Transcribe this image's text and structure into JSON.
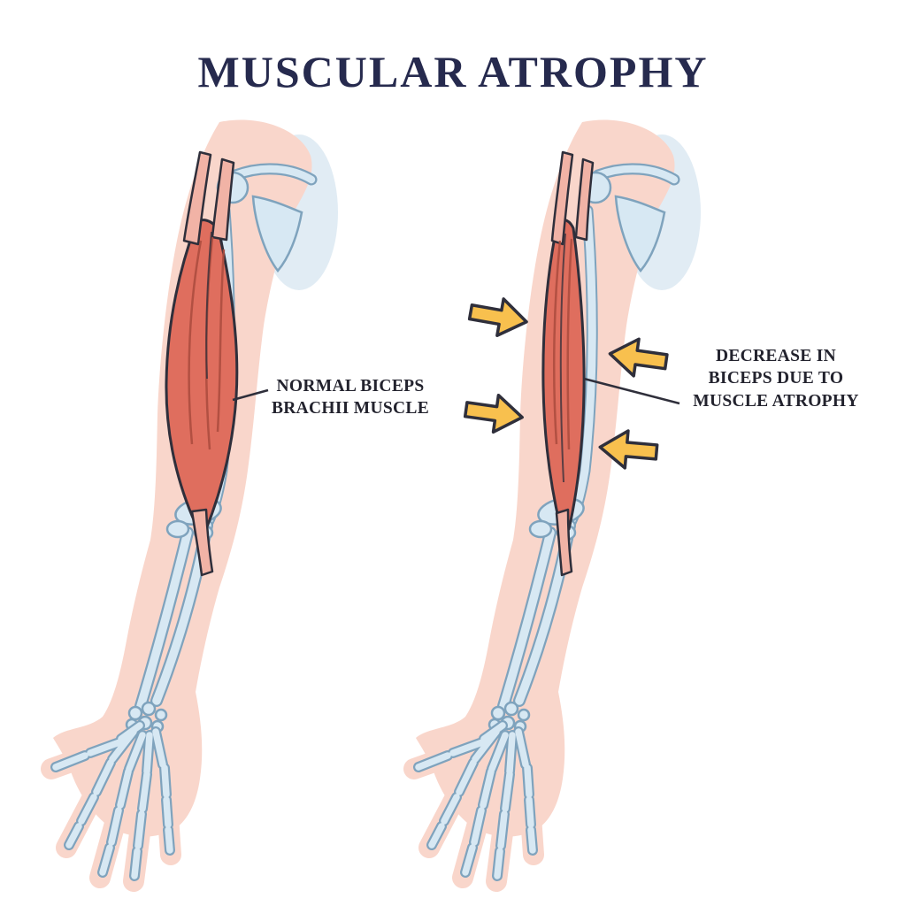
{
  "title": "MUSCULAR ATROPHY",
  "figures": {
    "normal": {
      "name": "Normal biceps arm",
      "label_lines": [
        "NORMAL BICEPS",
        "BRACHII MUSCLE"
      ]
    },
    "atrophy": {
      "name": "Atrophied biceps arm",
      "label_lines": [
        "DECREASE IN",
        "BICEPS DUE TO",
        "MUSCLE ATROPHY"
      ],
      "arrow_icon": "compression-arrow",
      "arrow_count": 4
    }
  },
  "colors": {
    "background": "#ffffff",
    "title-ink": "#262a4e",
    "label-ink": "#23232e",
    "outline-ink": "#2f2f3b",
    "skin-pink": "#f9d6cb",
    "bone-fill": "#d7e8f3",
    "bone-stroke": "#7fa3bd",
    "bone-shade": "#c3daea",
    "muscle-red": "#df6e5e",
    "muscle-tendon": "#f1b3a6",
    "muscle-stria": "#ad4d3f",
    "arrow-yellow": "#f8c04e"
  }
}
